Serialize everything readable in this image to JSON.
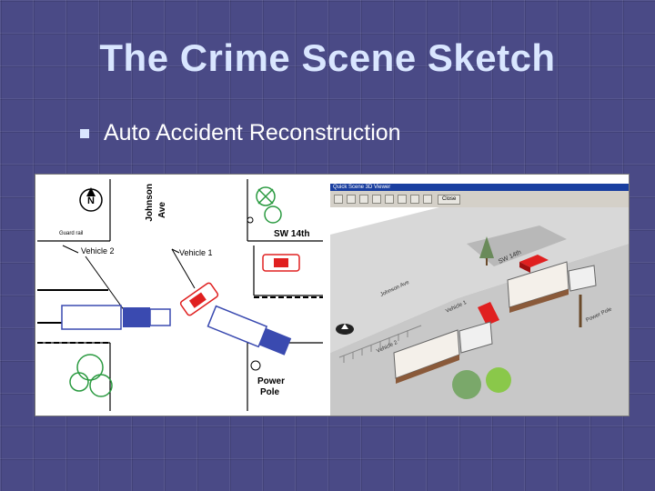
{
  "slide": {
    "title": "The Crime Scene Sketch",
    "bullet": "Auto Accident Reconstruction"
  },
  "sketch": {
    "north_label": "N",
    "street_1": "Johnson",
    "street_1b": "Ave",
    "street_2": "SW 14th",
    "guard_rail": "Guard rail",
    "vehicle_1": "Vehicle 1",
    "vehicle_2": "Vehicle 2",
    "power_pole_1": "Power",
    "power_pole_2": "Pole"
  },
  "viewer": {
    "window_title": "Quick Scene 3D Viewer",
    "close_label": "Close",
    "street_label": "SW 14th",
    "street_label_2": "Johnson Ave",
    "vehicle_1": "Vehicle 1",
    "vehicle_2": "Vehicle 2",
    "power_pole": "Power Pole"
  },
  "colors": {
    "background": "#4a4a86",
    "title": "#d9e6ff",
    "vehicle_red": "#e02020",
    "vehicle_blue": "#3a4ab0",
    "titlebar_blue": "#1a3fa0"
  }
}
